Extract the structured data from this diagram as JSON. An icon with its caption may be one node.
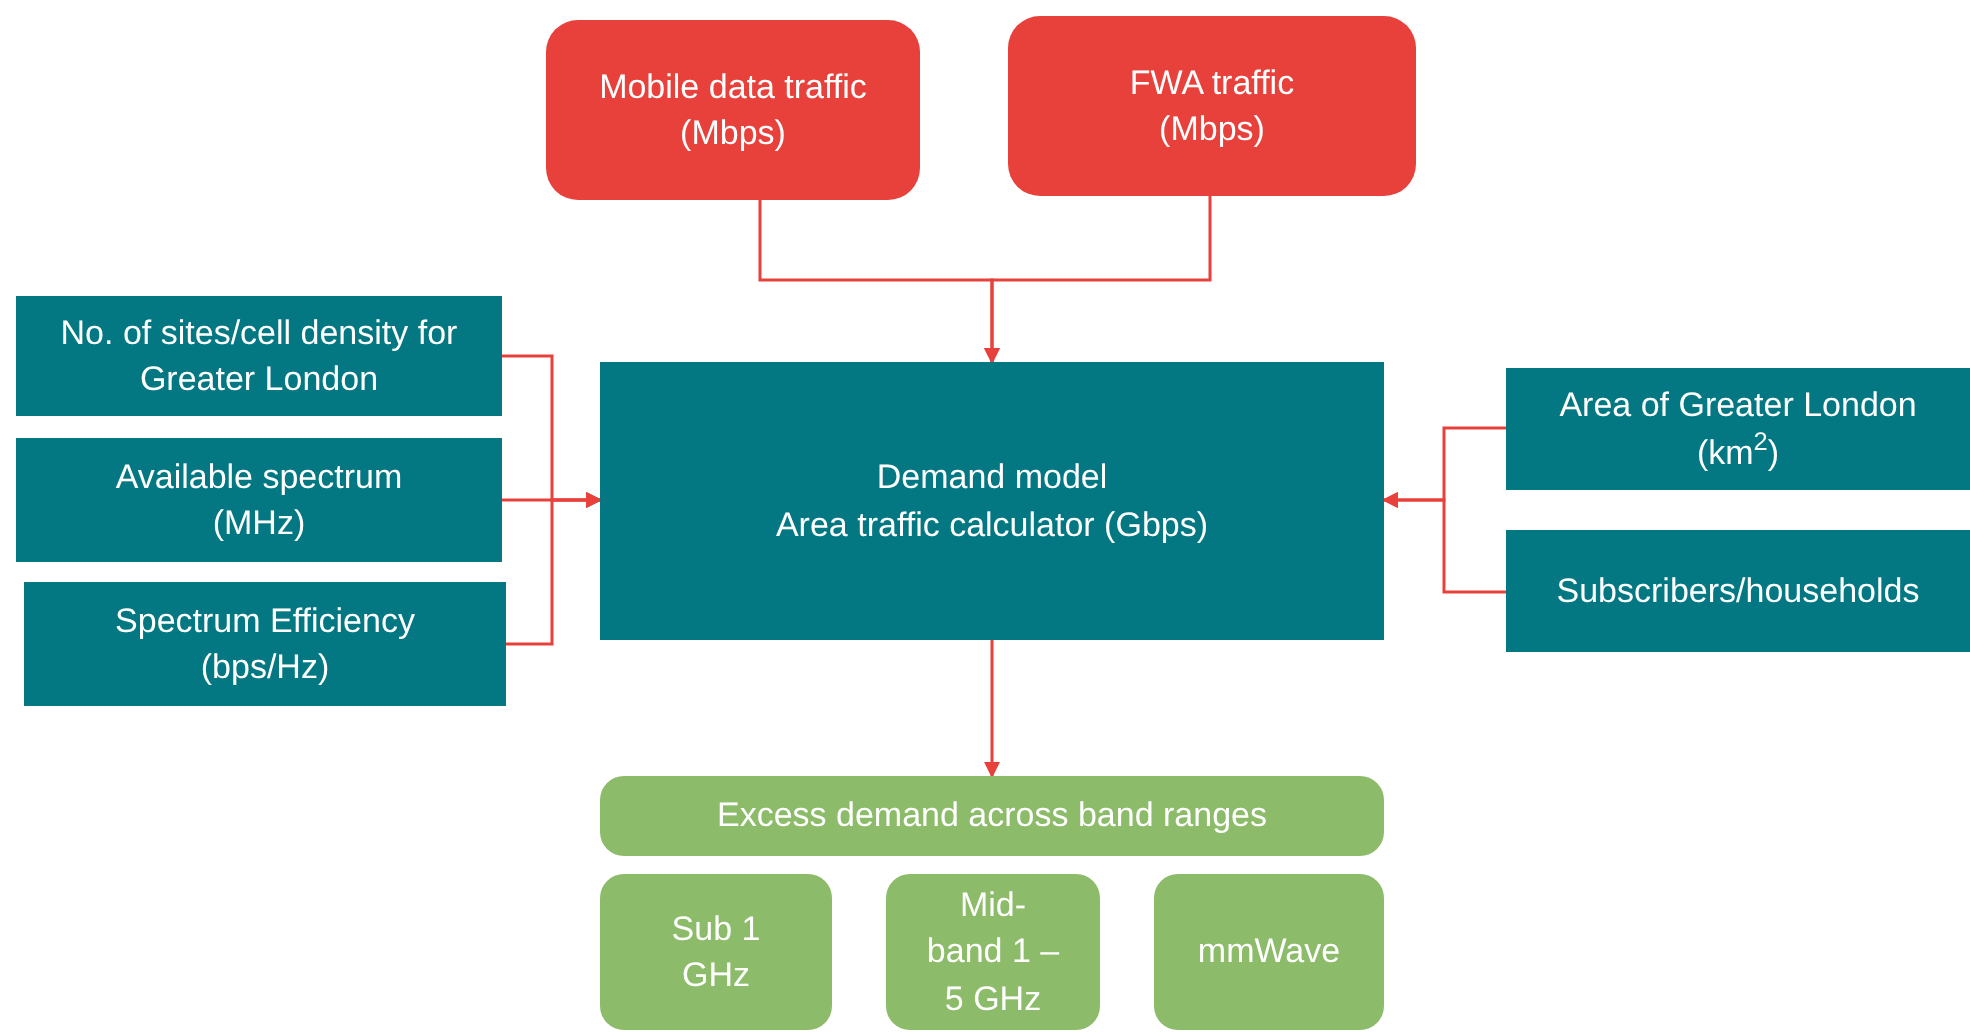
{
  "diagram": {
    "nodes": [
      {
        "text": [
          "Mobile data traffic (Mbps)"
        ]
      },
      {
        "text": [
          "FWA traffic (Mbps)"
        ]
      },
      {
        "text": [
          "No. of sites/cell density for Greater London"
        ]
      },
      {
        "text": [
          "Available spectrum (MHz)"
        ]
      },
      {
        "text": [
          "Spectrum Efficiency (bps/Hz)"
        ]
      },
      {
        "text": [
          "Demand model",
          "Area traffic calculator (Gbps)"
        ]
      },
      {
        "text": [
          "Area of Greater London (km$^{2}$)"
        ]
      },
      {
        "text": [
          "Subscribers/households"
        ]
      },
      {
        "text": [
          "Excess demand across band ranges"
        ]
      },
      {
        "text": [
          "Sub 1 GHz"
        ]
      },
      {
        "text": [
          "Mid-band 1 – 5 GHz"
        ]
      },
      {
        "text": [
          "mmWave"
        ]
      }
    ],
    "edges": [
      {
        "from": 0,
        "to": 5,
        "arrow": "to"
      },
      {
        "from": 1,
        "to": 5,
        "arrow": "to"
      },
      {
        "from": 2,
        "to": 5,
        "arrow": "to"
      },
      {
        "from": 3,
        "to": 5,
        "arrow": "to"
      },
      {
        "from": 4,
        "to": 5,
        "arrow": "to"
      },
      {
        "from": 6,
        "to": 5,
        "arrow": "to"
      },
      {
        "from": 7,
        "to": 5,
        "arrow": "to"
      },
      {
        "from": 5,
        "to": 8,
        "arrow": "to"
      }
    ]
  }
}
